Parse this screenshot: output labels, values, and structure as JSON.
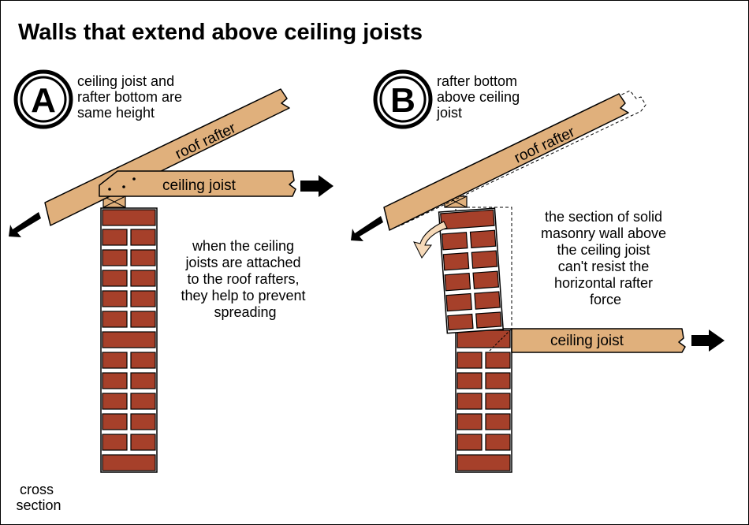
{
  "title": "Walls that extend above ceiling joists",
  "panel_a": {
    "badge": "A",
    "caption": [
      "ceiling joist and",
      "rafter bottom are",
      "same height"
    ],
    "rafter_label": "roof rafter",
    "joist_label": "ceiling joist",
    "note": [
      "when the ceiling",
      "joists are attached",
      "to the roof rafters,",
      "they help to prevent",
      "spreading"
    ]
  },
  "panel_b": {
    "badge": "B",
    "caption": [
      "rafter bottom",
      "above ceiling",
      "joist"
    ],
    "rafter_label": "roof rafter",
    "joist_label": "ceiling joist",
    "note": [
      "the section of solid",
      "masonry wall above",
      "the ceiling joist",
      "can't resist the",
      "horizontal rafter",
      "force"
    ]
  },
  "footer": [
    "cross",
    "section"
  ],
  "colors": {
    "wood": "#E0B07C",
    "brick": "#A6402A",
    "mortar": "#FFFFFF",
    "outline": "#000000",
    "curved_arrow": "#F6D9B8"
  }
}
